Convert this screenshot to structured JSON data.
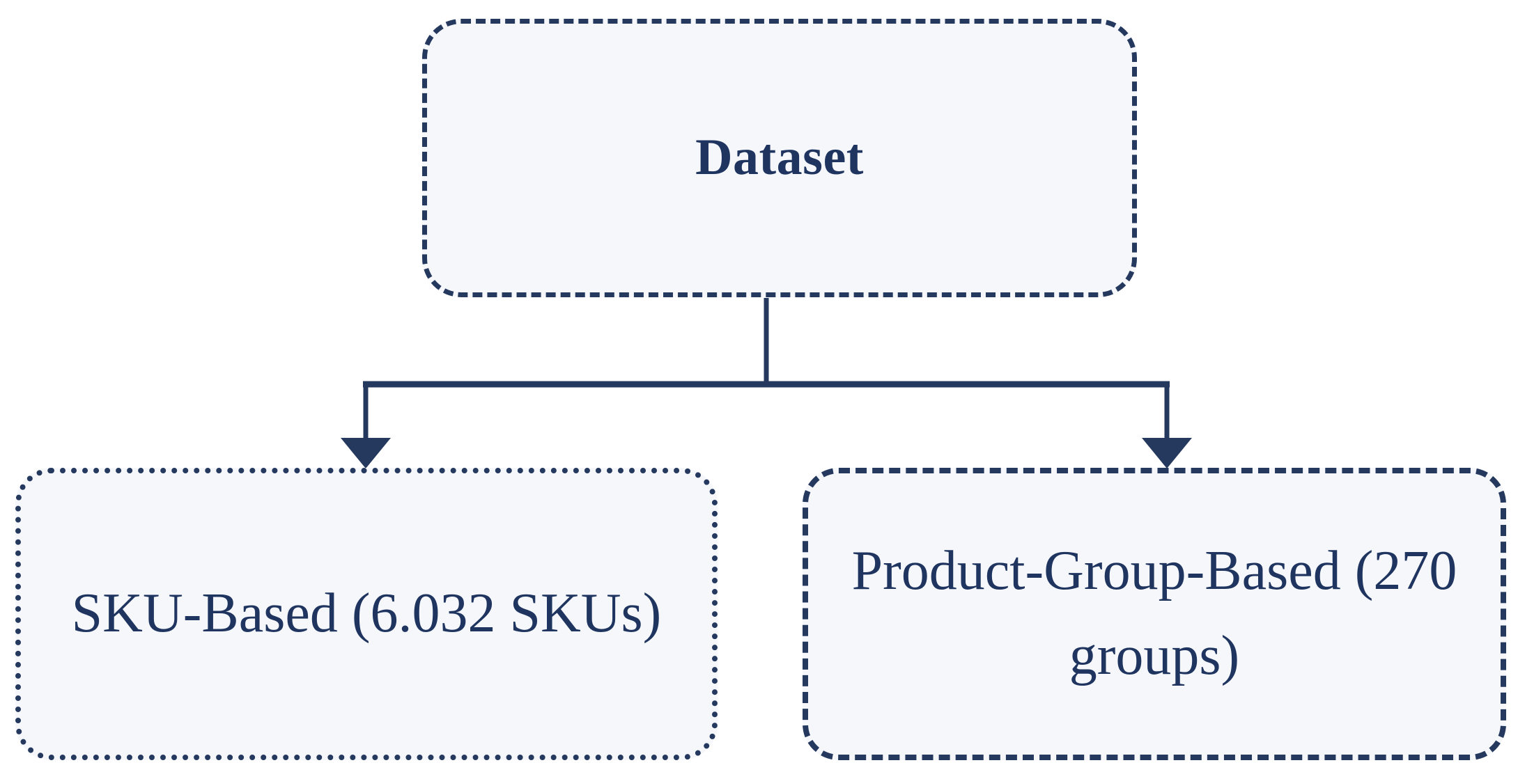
{
  "diagram": {
    "type": "flowchart",
    "orientation": "top-down",
    "theme": {
      "node_fill": "#f5f7fb",
      "node_border": "#25395f",
      "connector": "#25395f",
      "text": "#1f3560",
      "background": "#ffffff"
    },
    "nodes": [
      {
        "id": "root",
        "label": "Dataset",
        "border_style": "dashed",
        "emphasis": "bold"
      },
      {
        "id": "sku",
        "label": "SKU-Based (6.032 SKUs)",
        "border_style": "dotted",
        "emphasis": "normal"
      },
      {
        "id": "group",
        "label": "Product-Group-Based (270 groups)",
        "border_style": "dashed",
        "emphasis": "normal"
      }
    ],
    "edges": [
      {
        "from": "root",
        "to": "sku",
        "arrow": "solid-triangle"
      },
      {
        "from": "root",
        "to": "group",
        "arrow": "solid-triangle"
      }
    ]
  }
}
